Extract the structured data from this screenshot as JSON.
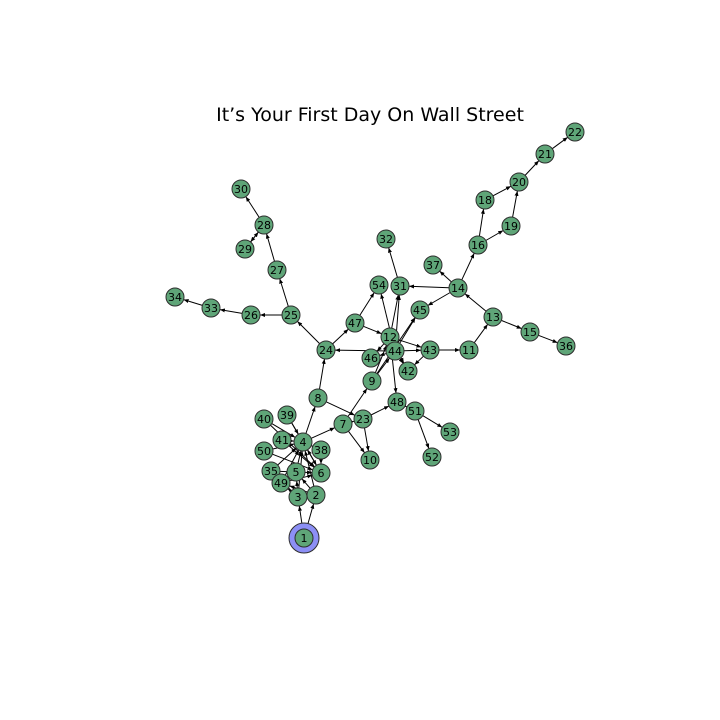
{
  "title": "It’s Your First Day On Wall Street",
  "graph": {
    "root": "1",
    "colors": {
      "node": "#5fa578",
      "root_halo": "#8c8ff5",
      "edge": "#000000"
    },
    "nodes": [
      "1",
      "2",
      "3",
      "4",
      "5",
      "6",
      "7",
      "8",
      "9",
      "10",
      "11",
      "12",
      "13",
      "14",
      "15",
      "16",
      "18",
      "19",
      "20",
      "21",
      "22",
      "23",
      "24",
      "25",
      "26",
      "27",
      "28",
      "29",
      "30",
      "31",
      "32",
      "33",
      "34",
      "35",
      "36",
      "37",
      "38",
      "39",
      "40",
      "41",
      "42",
      "43",
      "44",
      "45",
      "46",
      "47",
      "48",
      "49",
      "50",
      "51",
      "52",
      "53",
      "54"
    ],
    "edges": [
      [
        "1",
        "2"
      ],
      [
        "1",
        "3"
      ],
      [
        "2",
        "4"
      ],
      [
        "3",
        "4"
      ],
      [
        "5",
        "4"
      ],
      [
        "6",
        "4"
      ],
      [
        "35",
        "4"
      ],
      [
        "49",
        "4"
      ],
      [
        "50",
        "4"
      ],
      [
        "40",
        "4"
      ],
      [
        "41",
        "4"
      ],
      [
        "39",
        "4"
      ],
      [
        "38",
        "4"
      ],
      [
        "3",
        "5"
      ],
      [
        "3",
        "35"
      ],
      [
        "3",
        "49"
      ],
      [
        "2",
        "5"
      ],
      [
        "2",
        "49"
      ],
      [
        "35",
        "6"
      ],
      [
        "49",
        "6"
      ],
      [
        "50",
        "6"
      ],
      [
        "40",
        "6"
      ],
      [
        "41",
        "6"
      ],
      [
        "39",
        "6"
      ],
      [
        "38",
        "6"
      ],
      [
        "4",
        "7"
      ],
      [
        "4",
        "8"
      ],
      [
        "8",
        "23"
      ],
      [
        "8",
        "24"
      ],
      [
        "7",
        "9"
      ],
      [
        "7",
        "23"
      ],
      [
        "23",
        "10"
      ],
      [
        "7",
        "10"
      ],
      [
        "23",
        "48"
      ],
      [
        "9",
        "12"
      ],
      [
        "9",
        "44"
      ],
      [
        "9",
        "45"
      ],
      [
        "48",
        "51"
      ],
      [
        "51",
        "52"
      ],
      [
        "51",
        "53"
      ],
      [
        "24",
        "25"
      ],
      [
        "24",
        "47"
      ],
      [
        "25",
        "26"
      ],
      [
        "26",
        "33"
      ],
      [
        "33",
        "34"
      ],
      [
        "25",
        "27"
      ],
      [
        "27",
        "28"
      ],
      [
        "28",
        "29"
      ],
      [
        "29",
        "28"
      ],
      [
        "28",
        "30"
      ],
      [
        "47",
        "54"
      ],
      [
        "47",
        "12"
      ],
      [
        "12",
        "31"
      ],
      [
        "31",
        "32"
      ],
      [
        "12",
        "44"
      ],
      [
        "12",
        "42"
      ],
      [
        "12",
        "43"
      ],
      [
        "12",
        "46"
      ],
      [
        "12",
        "48"
      ],
      [
        "44",
        "46"
      ],
      [
        "44",
        "24"
      ],
      [
        "44",
        "42"
      ],
      [
        "44",
        "43"
      ],
      [
        "44",
        "45"
      ],
      [
        "44",
        "31"
      ],
      [
        "44",
        "54"
      ],
      [
        "43",
        "42"
      ],
      [
        "43",
        "11"
      ],
      [
        "11",
        "13"
      ],
      [
        "13",
        "14"
      ],
      [
        "13",
        "15"
      ],
      [
        "15",
        "36"
      ],
      [
        "14",
        "37"
      ],
      [
        "14",
        "45"
      ],
      [
        "14",
        "31"
      ],
      [
        "14",
        "16"
      ],
      [
        "16",
        "18"
      ],
      [
        "16",
        "19"
      ],
      [
        "19",
        "20"
      ],
      [
        "18",
        "20"
      ],
      [
        "20",
        "21"
      ],
      [
        "21",
        "22"
      ]
    ]
  }
}
